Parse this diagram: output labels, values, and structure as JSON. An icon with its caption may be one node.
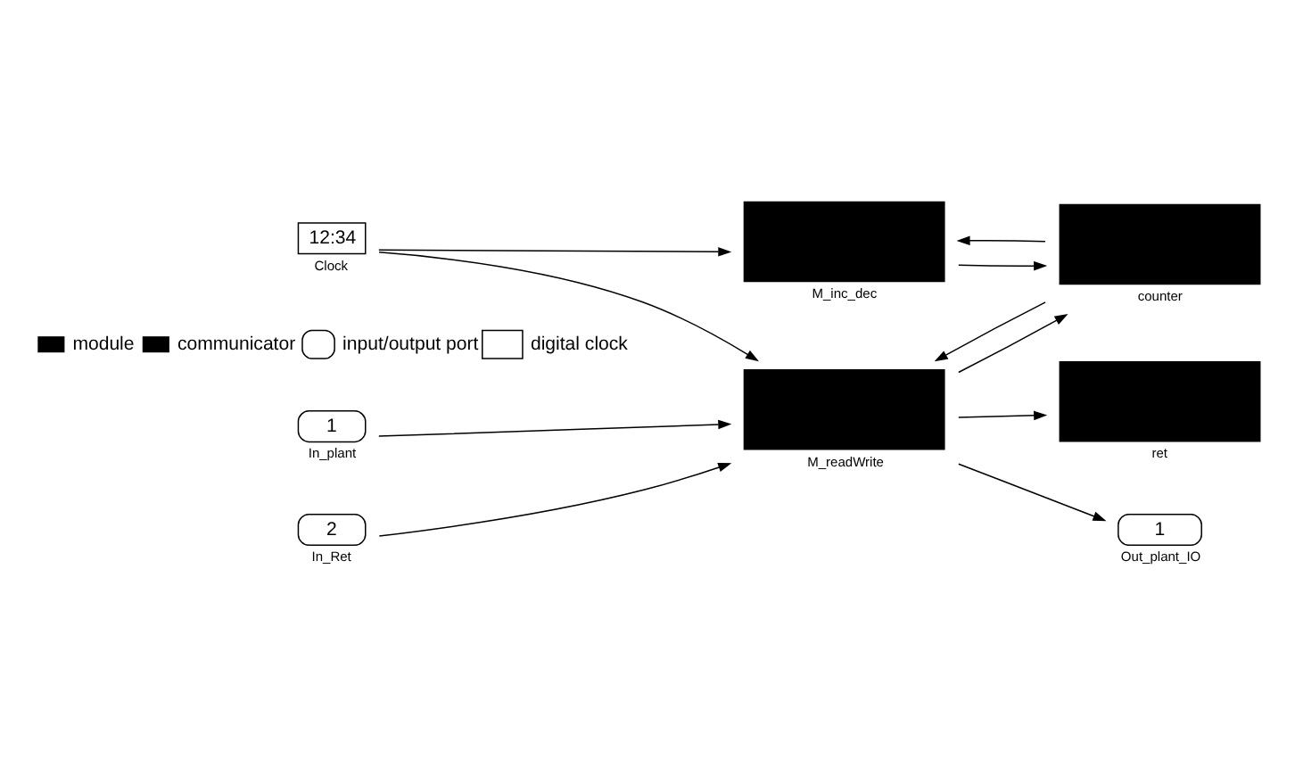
{
  "diagram": {
    "nodes": [
      {
        "text": [
          "1"
        ],
        "beside": [
          "In_plant"
        ]
      },
      {
        "text": [
          "2"
        ],
        "beside": [
          "In_Ret"
        ]
      },
      {
        "text": [
          "12:34"
        ],
        "beside": [
          "Clock"
        ]
      },
      {
        "text": [
          "M_readWrite"
        ]
      },
      {
        "text": [
          "M_inc_dec"
        ]
      },
      {
        "text": [
          "counter"
        ]
      },
      {
        "text": [
          "ret"
        ]
      },
      {
        "text": [
          "1"
        ],
        "beside": [
          "Out_plant_IO"
        ]
      }
    ],
    "edges": [
      {
        "from": 0,
        "to": 3,
        "arrow": "to"
      },
      {
        "from": 1,
        "to": 3,
        "arrow": "to"
      },
      {
        "from": 2,
        "to": 3,
        "arrow": "to"
      },
      {
        "from": 2,
        "to": 4,
        "arrow": "to"
      },
      {
        "from": 3,
        "to": 5,
        "arrow": "to"
      },
      {
        "from": 3,
        "to": 7,
        "arrow": "to"
      },
      {
        "from": 3,
        "to": 6,
        "arrow": "to"
      },
      {
        "from": 4,
        "to": 5,
        "arrow": "to"
      },
      {
        "from": 5,
        "to": 3,
        "arrow": "to"
      },
      {
        "from": 5,
        "to": 4,
        "arrow": "to"
      }
    ],
    "legend": [
      {
        "text": "module",
        "color": "#000000"
      },
      {
        "text": "communicator",
        "color": "#000000"
      },
      {
        "text": "input/output port"
      },
      {
        "text": "digital clock"
      }
    ]
  }
}
